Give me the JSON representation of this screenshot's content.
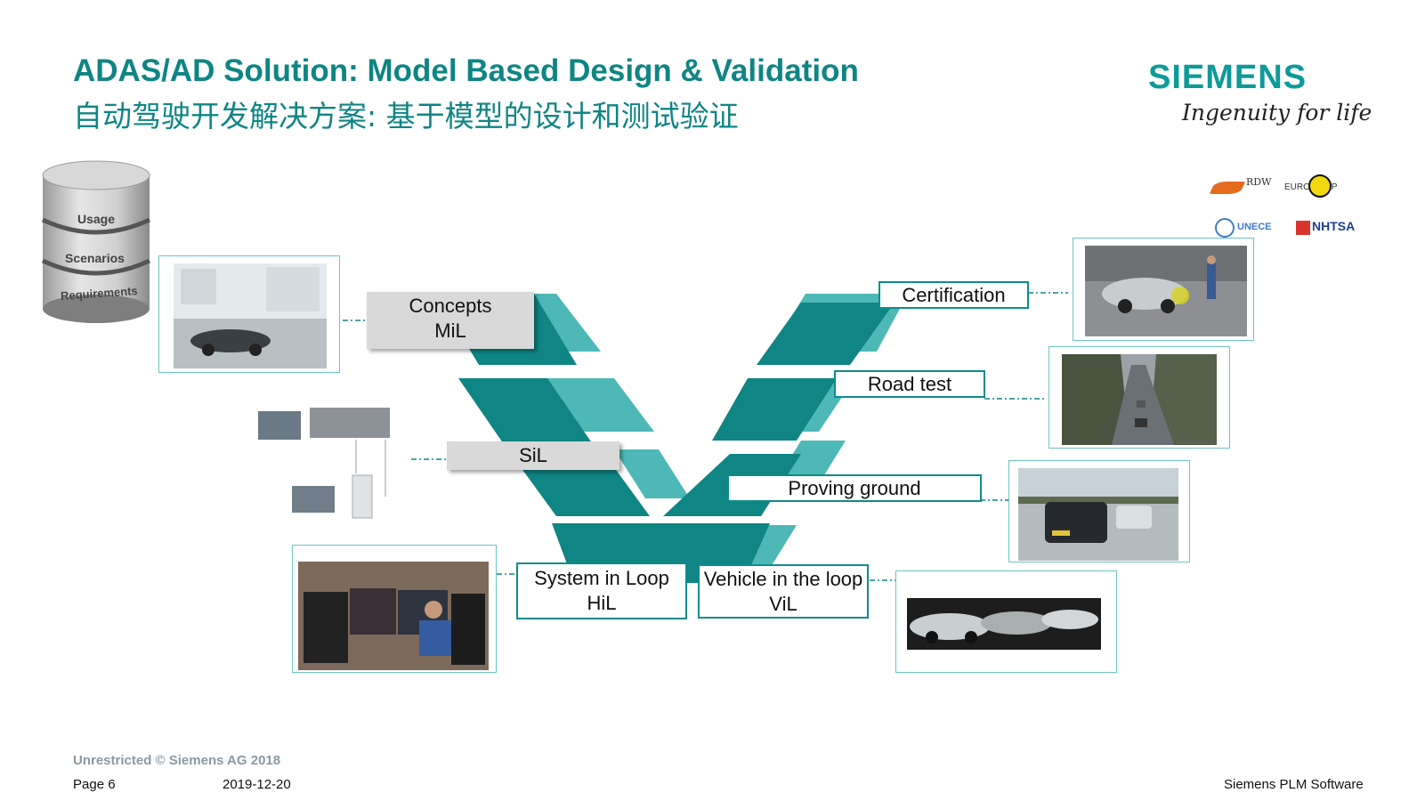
{
  "header": {
    "title_en": "ADAS/AD Solution: Model Based Design & Validation",
    "title_zh": "自动驾驶开发解决方案: 基于模型的设计和测试验证"
  },
  "brand": {
    "logo": "SIEMENS",
    "tagline": "Ingenuity for life"
  },
  "database": {
    "layers": [
      "Usage",
      "Scenarios",
      "Requirements"
    ]
  },
  "stages_left": [
    {
      "line1": "Concepts",
      "line2": "MiL"
    },
    {
      "line1": "SiL",
      "line2": ""
    },
    {
      "line1": "System in Loop",
      "line2": "HiL"
    }
  ],
  "stages_right": [
    {
      "line1": "Certification",
      "line2": ""
    },
    {
      "line1": "Road test",
      "line2": ""
    },
    {
      "line1": "Proving ground",
      "line2": ""
    },
    {
      "line1": "Vehicle in the loop",
      "line2": "ViL"
    }
  ],
  "partners": [
    "RDW",
    "EURO NCAP",
    "UNECE",
    "NHTSA"
  ],
  "footer": {
    "classification": "Unrestricted © Siemens AG 2018",
    "page": "Page 6",
    "date": "2019-12-20",
    "company": "Siemens PLM Software"
  },
  "colors": {
    "teal_dark": "#0f8584",
    "teal_light": "#4db8b6",
    "grey_box": "#d9d9d9"
  }
}
